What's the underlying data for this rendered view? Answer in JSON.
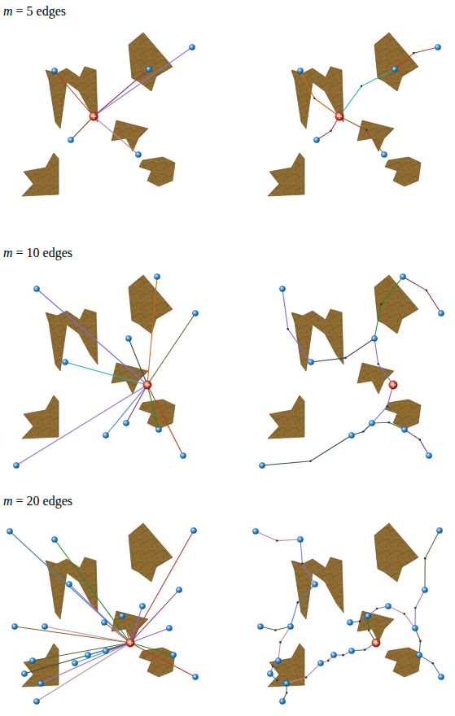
{
  "diagram": {
    "labels": [
      "m = 5 edges",
      "m = 10 edges",
      "m = 20 edges"
    ]
  }
}
